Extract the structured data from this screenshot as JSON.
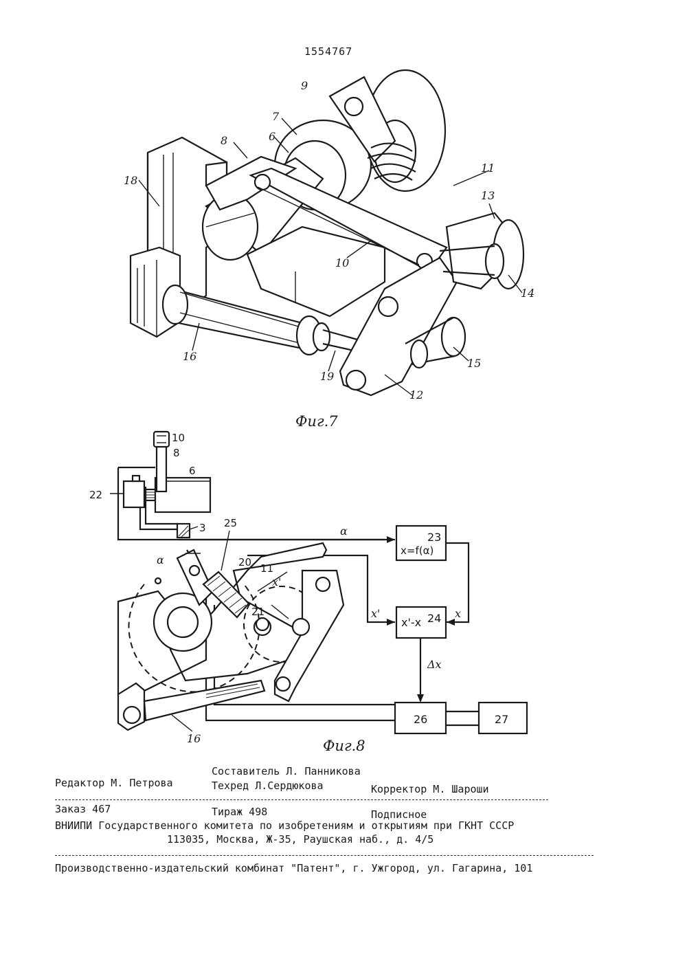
{
  "header": {
    "patent_number": "1554767"
  },
  "figure7": {
    "caption": "Фиг.7",
    "labels": {
      "l6": "6",
      "l7": "7",
      "l8": "8",
      "l9": "9",
      "l10": "10",
      "l11": "11",
      "l12": "12",
      "l13": "13",
      "l14": "14",
      "l15": "15",
      "l16": "16",
      "l18": "18",
      "l19": "19"
    }
  },
  "figure8": {
    "caption": "Фиг.8",
    "labels": {
      "l3": "3",
      "l6": "6",
      "l8": "8",
      "l10": "10",
      "l11": "11",
      "l16": "16",
      "l20": "20",
      "l21": "21",
      "l22": "22",
      "l25": "25"
    },
    "signals": {
      "alpha_top": "α",
      "alpha_angle": "α",
      "x_prime_top": "x'",
      "x_prime": "x'",
      "x": "x",
      "delta_x": "Δx"
    },
    "blocks": {
      "b23": {
        "num": "23",
        "formula": "x=f(α)"
      },
      "b24": {
        "num": "24",
        "formula": "x'-x"
      },
      "b26": {
        "num": "26"
      },
      "b27": {
        "num": "27"
      }
    }
  },
  "imprint": {
    "editor": "Редактор М. Петрова",
    "compiler": "Составитель Л. Панникова",
    "techred": "Техред Л.Сердюкова",
    "corrector": "Корректор М. Шароши",
    "order": "Заказ 467",
    "circulation": "Тираж 498",
    "subscription": "Подписное",
    "org_line": "ВНИИПИ Государственного комитета по изобретениям и открытиям при ГКНТ СССР",
    "address": "113035, Москва, Ж-35, Раушская наб., д. 4/5",
    "publisher": "Производственно-издательский комбинат \"Патент\", г. Ужгород, ул. Гагарина, 101"
  }
}
